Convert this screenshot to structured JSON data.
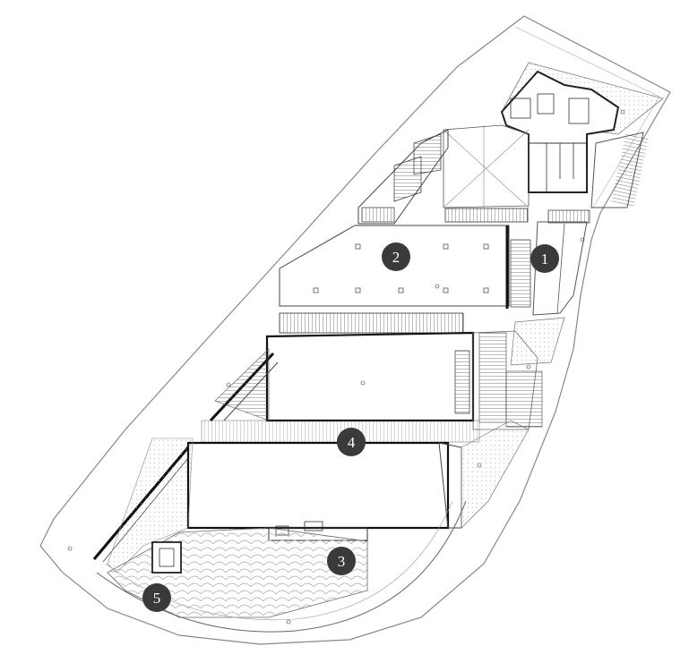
{
  "plan": {
    "markers": [
      {
        "id": "marker-1",
        "label": "1"
      },
      {
        "id": "marker-2",
        "label": "2"
      },
      {
        "id": "marker-3",
        "label": "3"
      },
      {
        "id": "marker-4",
        "label": "4"
      },
      {
        "id": "marker-5",
        "label": "5"
      }
    ],
    "colors": {
      "line": "#2a2a2a",
      "thin": "#777777",
      "marker_fill": "#3a3a3a",
      "hatch": "#9a9a9a"
    }
  }
}
